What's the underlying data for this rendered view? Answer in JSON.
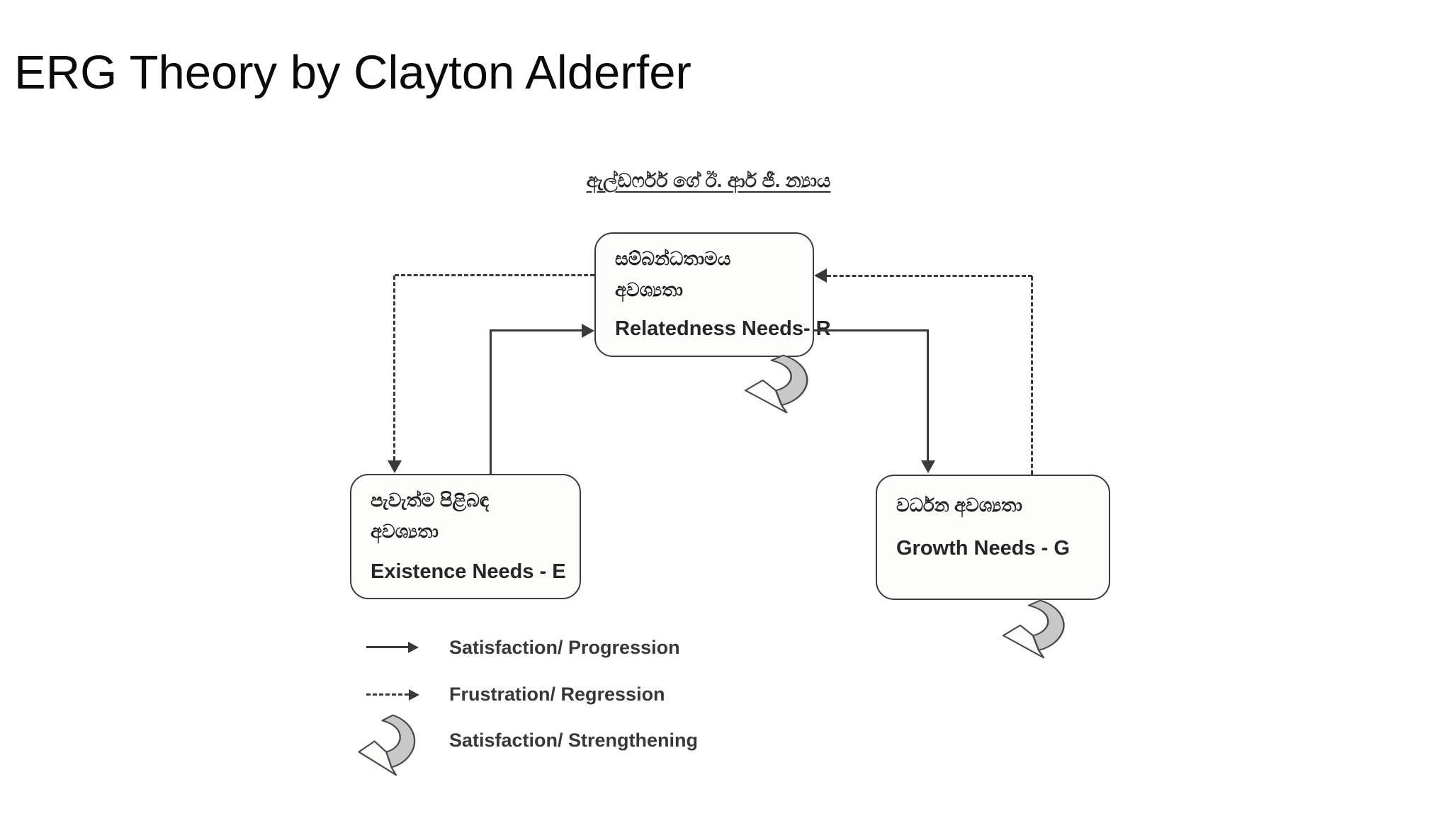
{
  "title": "ERG Theory by Clayton Alderfer",
  "diagram": {
    "heading_sinhala": "ඇල්ඩර්ෆර් ගේ ඊ. ආර් ජී. න්‍යාය",
    "boxes": {
      "relatedness": {
        "sinhala_line1": "සම්බන්ධතාමය",
        "sinhala_line2": "අවශ්‍යතා",
        "english": "Relatedness Needs- R"
      },
      "existence": {
        "sinhala_line1": "පැවැත්ම පිළිබඳ",
        "sinhala_line2": "අවශ්‍යතා",
        "english": "Existence Needs - E"
      },
      "growth": {
        "sinhala_line1": "වර්ධන අවශ්‍යතා",
        "english": "Growth Needs - G"
      }
    },
    "arrows": {
      "solid_existence_to_relatedness": "Satisfaction/ Progression",
      "solid_relatedness_to_growth": "Satisfaction/ Progression",
      "dashed_relatedness_to_existence": "Frustration/ Regression",
      "dashed_growth_to_relatedness": "Frustration/ Regression",
      "curved_on_relatedness": "Satisfaction/ Strengthening",
      "curved_on_growth": "Satisfaction/ Strengthening"
    },
    "legend": {
      "items": [
        {
          "icon": "solid-arrow-icon",
          "label": "Satisfaction/ Progression"
        },
        {
          "icon": "dashed-arrow-icon",
          "label": "Frustration/ Regression"
        },
        {
          "icon": "curved-arrow-icon",
          "label": "Satisfaction/ Strengthening"
        }
      ]
    },
    "colors": {
      "line": "#3a3a3a",
      "box_border": "#3c3c3c",
      "curved_arrow_fill": "#c8c8c8",
      "text": "#2e2e2e",
      "background": "#ffffff"
    }
  }
}
